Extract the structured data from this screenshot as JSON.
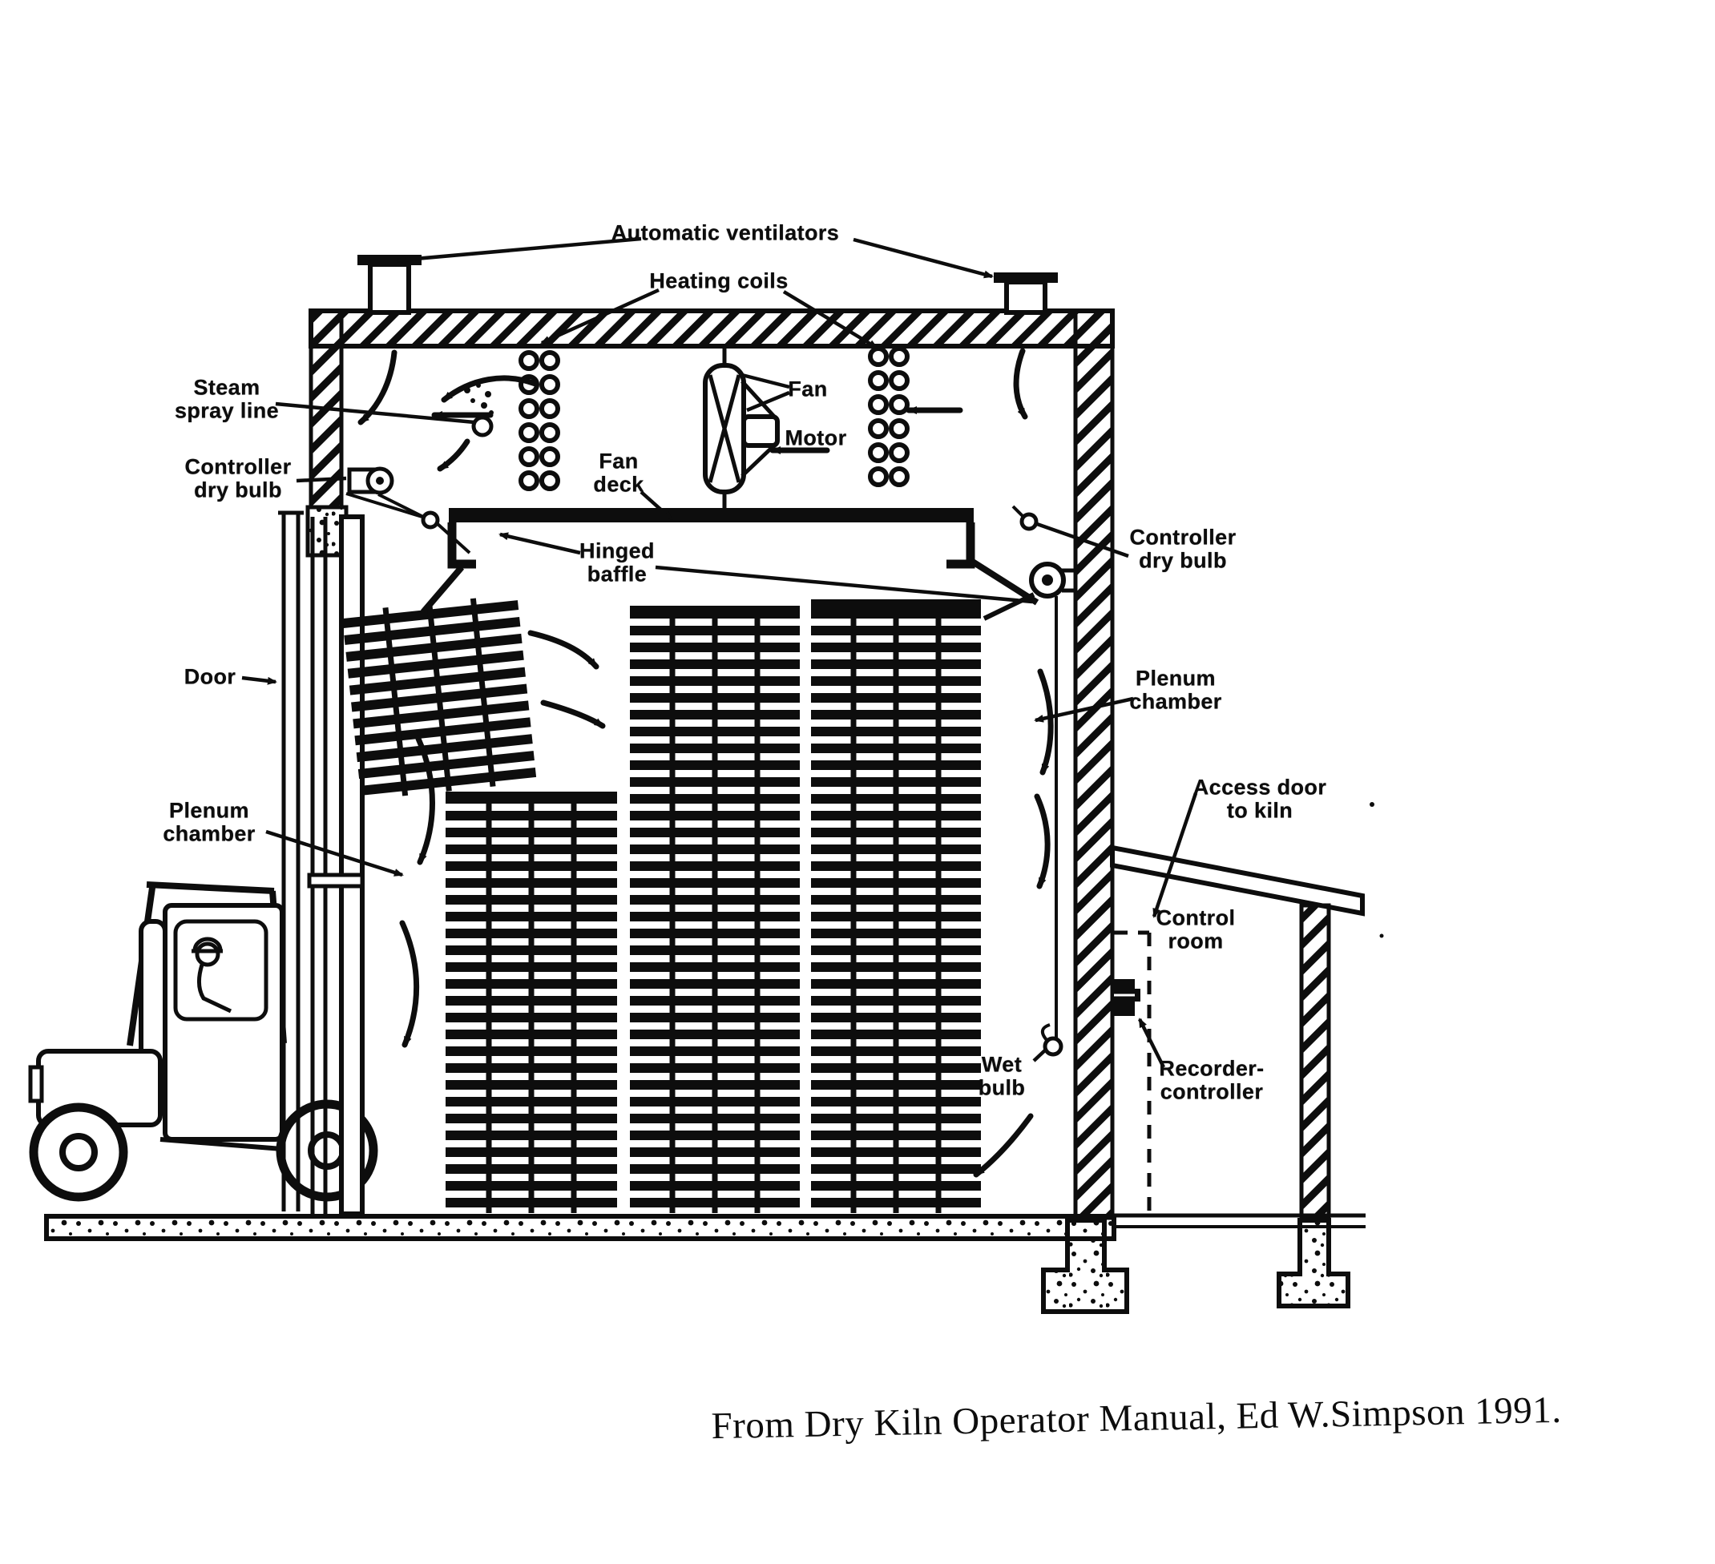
{
  "diagram": {
    "type": "dry-kiln-cross-section",
    "ink_color": "#0d0d0d",
    "background_color": "#ffffff",
    "labels": {
      "automatic_ventilators": "Automatic ventilators",
      "heating_coils": "Heating coils",
      "steam_spray_line": "Steam\nspray line",
      "controller_dry_bulb_left": "Controller\ndry bulb",
      "fan": "Fan",
      "motor": "Motor",
      "fan_deck": "Fan\ndeck",
      "hinged_baffle": "Hinged\nbaffle",
      "controller_dry_bulb_right": "Controller\ndry bulb",
      "plenum_chamber_right": "Plenum\nchamber",
      "door": "Door",
      "plenum_chamber_left": "Plenum\nchamber",
      "access_door_to_kiln": "Access door\nto kiln",
      "control_room": "Control\nroom",
      "wet_bulb": "Wet\nbulb",
      "recorder_controller": "Recorder-\ncontroller"
    },
    "caption": "From Dry Kiln Operator Manual,  Ed W.Simpson 1991."
  }
}
